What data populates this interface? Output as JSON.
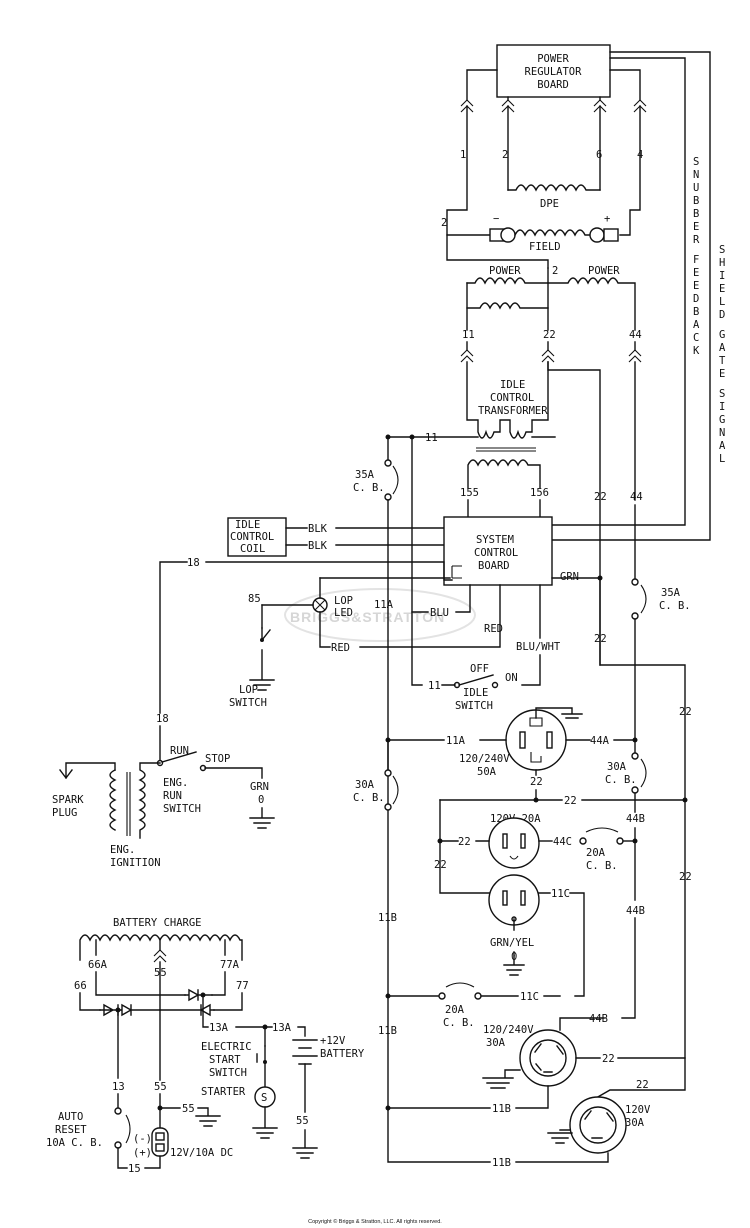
{
  "labels": {
    "power_regulator": [
      "POWER",
      "REGULATOR",
      "BOARD"
    ],
    "snubber": "SNUBBER FEEDBACK",
    "shield": "SHIELD GATE SIGNAL",
    "dpe": "DPE",
    "field": "FIELD",
    "power": "POWER",
    "idle_xfmr": [
      "IDLE",
      "CONTROL",
      "TRANSFORMER"
    ],
    "idle_coil": [
      "IDLE",
      "CONTROL",
      "COIL"
    ],
    "scb": [
      "SYSTEM",
      "CONTROL",
      "BOARD"
    ],
    "blk": "BLK",
    "grn": "GRN",
    "blu": "BLU",
    "red": "RED",
    "bluwht": "BLU/WHT",
    "lop_led": [
      "LOP",
      "LED"
    ],
    "lop_switch": [
      "LOP",
      "SWITCH"
    ],
    "off": "OFF",
    "on": "ON",
    "idle_switch": [
      "IDLE",
      "SWITCH"
    ],
    "cb35": [
      "35A",
      "C. B."
    ],
    "cb30": [
      "30A",
      "C. B."
    ],
    "cb20": [
      "20A",
      "C. B."
    ],
    "rcpt_50": [
      "120/240V",
      "50A"
    ],
    "rcpt_20": "120V 20A",
    "rcpt_3030": [
      "120/240V",
      "30A"
    ],
    "rcpt_120_30": [
      "120V",
      "30A"
    ],
    "grnyel": "GRN/YEL",
    "zero": "0",
    "run": "RUN",
    "stop": "STOP",
    "eng_run": [
      "ENG.",
      "RUN",
      "SWITCH"
    ],
    "spark": [
      "SPARK",
      "PLUG"
    ],
    "eng_ign": [
      "ENG.",
      "IGNITION"
    ],
    "grn0": [
      "GRN",
      "0"
    ],
    "battery_charge": "BATTERY CHARGE",
    "electric_start": [
      "ELECTRIC",
      "START",
      "SWITCH"
    ],
    "starter": "STARTER",
    "s": "S",
    "battery": [
      "+12V",
      "BATTERY"
    ],
    "minus": "−",
    "plus": "+",
    "auto_reset": [
      "AUTO",
      "RESET",
      "10A C. B."
    ],
    "dc_out": "12V/10A DC",
    "dc_minus": "(-)",
    "dc_plus": "(+)",
    "watermark": "BRIGGS&STRATTON",
    "copyright": "Copyright © Briggs & Stratton, LLC. All rights reserved."
  },
  "wires": {
    "w1": "1",
    "w2": "2",
    "w4": "4",
    "w6": "6",
    "w11": "11",
    "w22": "22",
    "w44": "44",
    "w11a": "11A",
    "w11b": "11B",
    "w11c": "11C",
    "w44a": "44A",
    "w44b": "44B",
    "w44c": "44C",
    "w155": "155",
    "w156": "156",
    "w18": "18",
    "w85": "85",
    "w66": "66",
    "w66a": "66A",
    "w55": "55",
    "w77": "77",
    "w77a": "77A",
    "w13": "13",
    "w13a": "13A",
    "w15": "15"
  }
}
